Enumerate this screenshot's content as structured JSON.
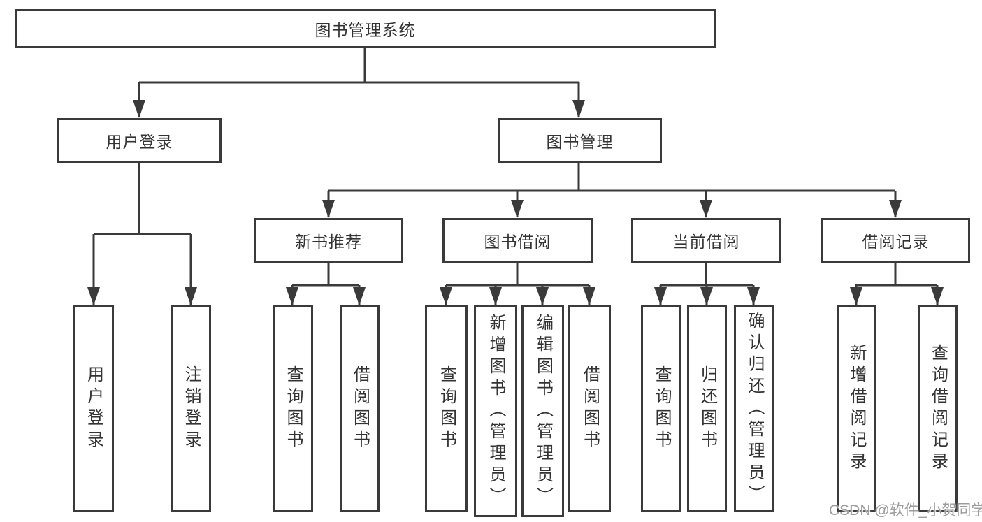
{
  "diagram": {
    "root": {
      "label": "图书管理系统"
    },
    "level2": [
      {
        "label": "用户登录"
      },
      {
        "label": "图书管理"
      }
    ],
    "level3": [
      {
        "label": "新书推荐"
      },
      {
        "label": "图书借阅"
      },
      {
        "label": "当前借阅"
      },
      {
        "label": "借阅记录"
      }
    ],
    "leaves": [
      {
        "label": "用户登录"
      },
      {
        "label": "注销登录"
      },
      {
        "label": "查询图书"
      },
      {
        "label": "借阅图书"
      },
      {
        "label": "查询图书"
      },
      {
        "label": "新增图书（管理员）"
      },
      {
        "label": "编辑图书（管理员）"
      },
      {
        "label": "借阅图书"
      },
      {
        "label": "查询图书"
      },
      {
        "label": "归还图书"
      },
      {
        "label": "确认归还（管理员）"
      },
      {
        "label": "新增借阅记录"
      },
      {
        "label": "查询借阅记录"
      }
    ],
    "watermark": "CSDN @软件_小贺同学",
    "colors": {
      "line": "#3a3a3a",
      "text": "#333333",
      "background": "#ffffff",
      "watermark": "#9c9c9c"
    }
  }
}
